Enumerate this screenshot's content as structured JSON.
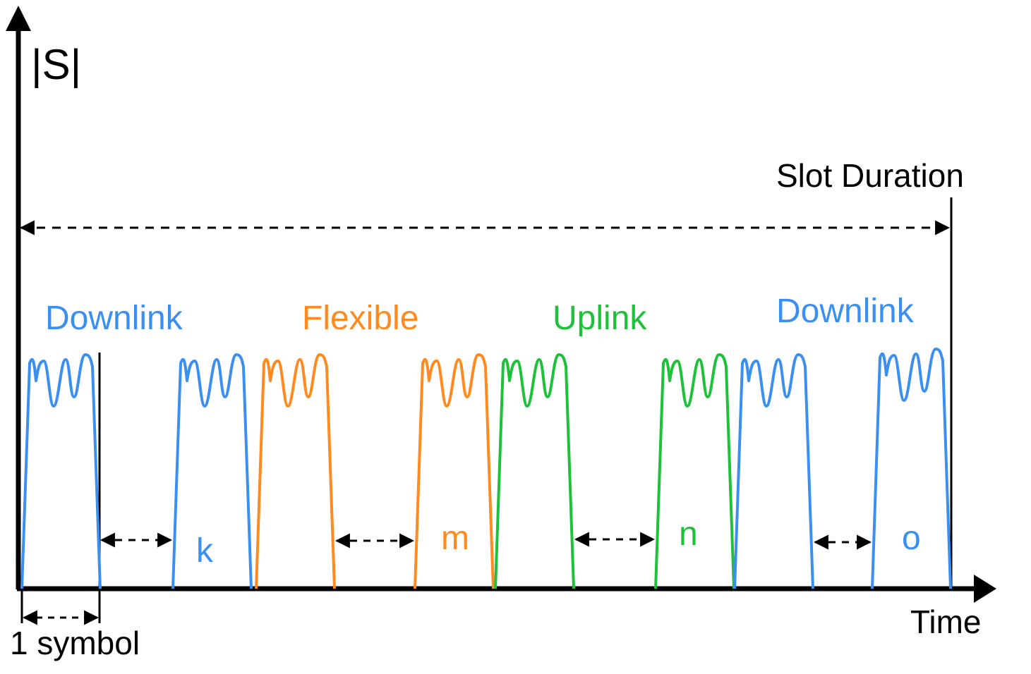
{
  "labels": {
    "y_axis": "|S|",
    "x_axis": "Time",
    "slot_duration": "Slot Duration",
    "symbol": "1 symbol"
  },
  "groups": [
    {
      "name": "Downlink",
      "color": "#3b8ff0",
      "index_label": "k"
    },
    {
      "name": "Flexible",
      "color": "#ff8a1f",
      "index_label": "m"
    },
    {
      "name": "Uplink",
      "color": "#1ec23a",
      "index_label": "n"
    },
    {
      "name": "Downlink",
      "color": "#3b8ff0",
      "index_label": "o"
    }
  ],
  "colors": {
    "axis": "#000000",
    "downlink": "#3b8ff0",
    "flexible": "#ff8a1f",
    "uplink": "#1ec23a"
  }
}
